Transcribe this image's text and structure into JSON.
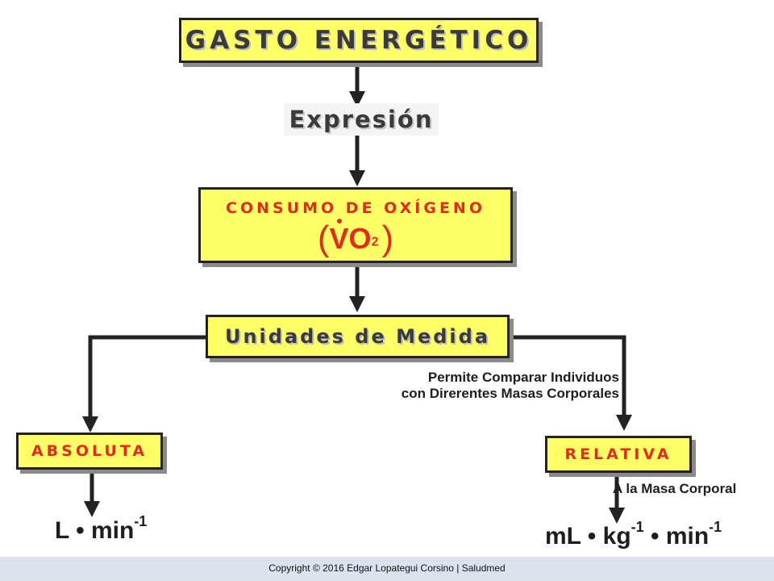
{
  "diagram": {
    "title": "GASTO ENERGÉTICO",
    "expression_label": "Expresión",
    "consumption": {
      "label": "CONSUMO DE OXÍGENO",
      "symbol_open": "(",
      "symbol_v": "V",
      "symbol_o": "O",
      "symbol_sub": "2",
      "symbol_close": ")"
    },
    "units_label": "Unidades de Medida",
    "absolute": {
      "label": "ABSOLUTA",
      "unit_main": "L • min",
      "unit_exp": "-1"
    },
    "relative": {
      "label": "RELATIVA",
      "note_line1": "Permite Comparar Individuos",
      "note_line2": "con Direrentes Masas Corporales",
      "qualifier": "A la Masa Corporal",
      "unit_part1": "mL • kg",
      "unit_exp1": "-1",
      "unit_part2": " • min",
      "unit_exp2": "-1"
    },
    "colors": {
      "box_fill": "#ffff66",
      "label_red": "#e22b1e",
      "text_dark": "#3a3a3a"
    }
  },
  "footer": {
    "copyright": "Copyright © 2016 Edgar Lopategui Corsino | Saludmed"
  }
}
